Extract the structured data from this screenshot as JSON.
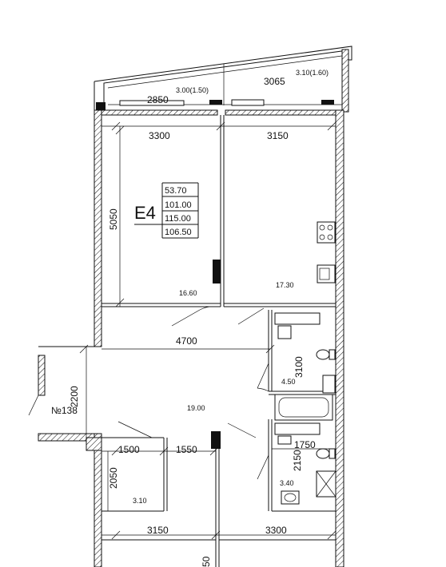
{
  "apartment": {
    "code": "E4",
    "areas": [
      "53.70",
      "101.00",
      "115.00",
      "106.50"
    ]
  },
  "dimensions": {
    "balcony_left": "2850",
    "balcony_note_left": "3.00(1.50)",
    "balcony_right": "3065",
    "balcony_note_right": "3.10(1.60)",
    "room1_width": "3300",
    "room2_width": "3150",
    "room1_depth": "5050",
    "hall_length": "4700",
    "hall_width": "2200",
    "bath_depth": "3100",
    "wc_width": "1750",
    "wc_depth": "2150",
    "closet_width": "1500",
    "corridor_width": "1550",
    "closet_depth": "2050",
    "bottom_left_width": "3150",
    "bottom_right_width": "3300",
    "bottom_partial": "50"
  },
  "rooms": {
    "bedroom": "16.60",
    "kitchen": "17.30",
    "hall": "19.00",
    "bath": "4.50",
    "wc": "3.40",
    "closet": "3.10"
  },
  "entrance": "№138"
}
